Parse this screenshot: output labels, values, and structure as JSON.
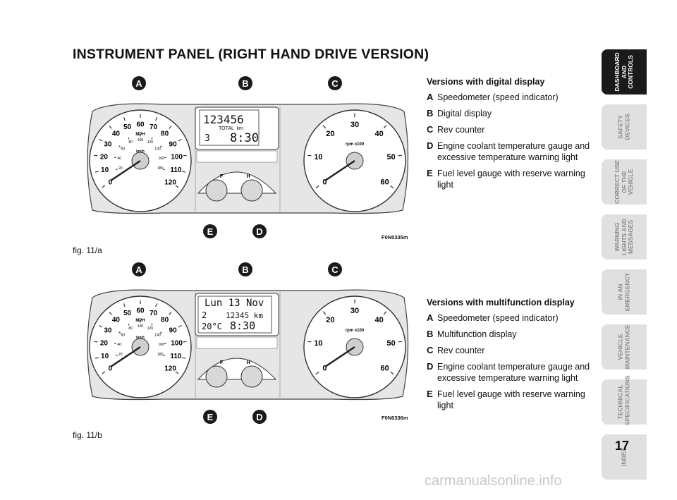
{
  "page": {
    "title": "INSTRUMENT PANEL (RIGHT HAND DRIVE VERSION)",
    "page_number": "17",
    "watermark": "carmanualsonline.info"
  },
  "figures": [
    {
      "label": "fig. 11/a",
      "code": "F0N0335m",
      "callouts": [
        "A",
        "B",
        "C",
        "D",
        "E"
      ],
      "display": {
        "line1": "123456",
        "line2": "TOTAL  km",
        "line3_left": "3",
        "line3_right": "8:30"
      }
    },
    {
      "label": "fig. 11/b",
      "code": "F0N0336m",
      "callouts": [
        "A",
        "B",
        "C",
        "D",
        "E"
      ],
      "display": {
        "line1": "Lun 13 Nov",
        "line2_left": "2",
        "line2_right": "12345 km",
        "line3_left": "20°C",
        "line3_right": "8:30"
      }
    }
  ],
  "gauges": {
    "speedo_mph": [
      "0",
      "10",
      "20",
      "30",
      "40",
      "50",
      "60",
      "70",
      "80",
      "90",
      "100",
      "110",
      "120"
    ],
    "speedo_kmh": [
      "20",
      "40",
      "60",
      "80",
      "100",
      "120",
      "140",
      "160",
      "180"
    ],
    "speedo_units": [
      "MPH",
      "km/h"
    ],
    "rev": [
      "0",
      "10",
      "20",
      "30",
      "40",
      "50",
      "60"
    ],
    "rev_unit": "rpm x100",
    "fuel_marks": [
      "F"
    ],
    "temp_marks": [
      "H"
    ]
  },
  "sections": [
    {
      "heading": "Versions with digital display",
      "items": [
        {
          "key": "A",
          "text": "Speedometer (speed indicator)"
        },
        {
          "key": "B",
          "text": "Digital display"
        },
        {
          "key": "C",
          "text": "Rev counter"
        },
        {
          "key": "D",
          "text": "Engine coolant temperature gauge and excessive temperature warning light"
        },
        {
          "key": "E",
          "text": "Fuel level gauge with reserve warning light"
        }
      ]
    },
    {
      "heading": "Versions with multifunction display",
      "items": [
        {
          "key": "A",
          "text": "Speedometer (speed indicator)"
        },
        {
          "key": "B",
          "text": "Multifunction display"
        },
        {
          "key": "C",
          "text": "Rev counter"
        },
        {
          "key": "D",
          "text": "Engine coolant temperature gauge and excessive temperature warning light"
        },
        {
          "key": "E",
          "text": "Fuel level gauge with reserve warning light"
        }
      ]
    }
  ],
  "sidebar": {
    "tabs": [
      {
        "label": "DASHBOARD\nAND CONTROLS",
        "active": true
      },
      {
        "label": "SAFETY\nDEVICES",
        "active": false
      },
      {
        "label": "CORRECT USE\nOF THE VEHICLE",
        "active": false
      },
      {
        "label": "WARNING\nLIGHTS AND\nMESSAGES",
        "active": false
      },
      {
        "label": "IN AN\nEMERGENCY",
        "active": false
      },
      {
        "label": "VEHICLE\nMAINTENANCE",
        "active": false
      },
      {
        "label": "TECHNICAL\nSPECIFICATIONS",
        "active": false
      },
      {
        "label": "INDEX",
        "active": false
      }
    ]
  }
}
